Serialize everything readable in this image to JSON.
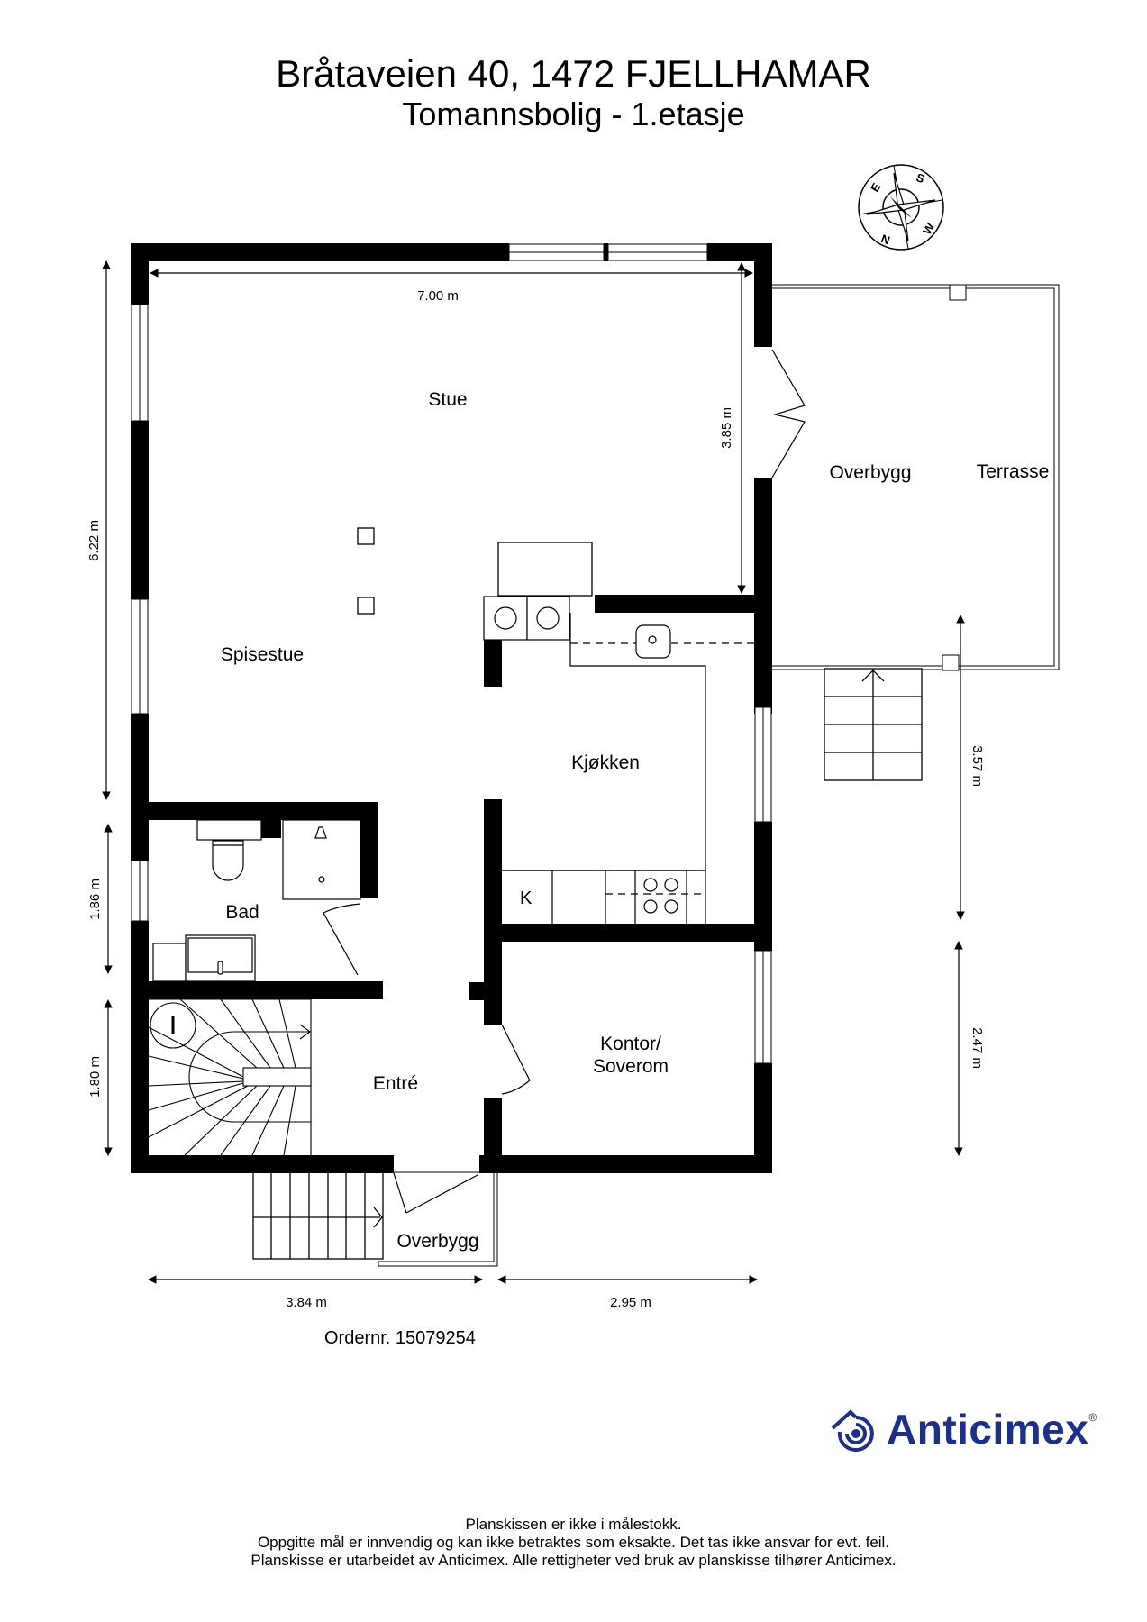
{
  "header": {
    "title": "Bråtaveien 40, 1472 FJELLHAMAR",
    "subtitle": "Tomannsbolig - 1.etasje"
  },
  "compass": {
    "icon": "compass-rose-icon",
    "labels": {
      "n": "N",
      "e": "E",
      "s": "S",
      "w": "W"
    }
  },
  "rooms": {
    "stue": "Stue",
    "spisestue": "Spisestue",
    "kjokken": "Kjøkken",
    "kjokken_marker": "K",
    "bad": "Bad",
    "entre": "Entré",
    "kontor_line1": "Kontor/",
    "kontor_line2": "Soverom",
    "overbygg_terrace": "Overbygg",
    "terrasse": "Terrasse",
    "overbygg_entry": "Overbygg"
  },
  "dimensions": {
    "stue_width": "7.00 m",
    "stue_depth": "3.85 m",
    "left_total": "6.22 m",
    "bad_height": "1.86 m",
    "stair_height": "1.80 m",
    "terrace_depth": "3.57 m",
    "kontor_height": "2.47 m",
    "bottom_left": "3.84 m",
    "bottom_right": "2.95 m"
  },
  "order": {
    "label": "Ordernr. 15079254"
  },
  "brand": {
    "name": "Anticimex",
    "registered": "®",
    "color": "#1b2f8c",
    "icon": "anticimex-house-spiral-icon"
  },
  "footer": {
    "line1": "Planskissen er ikke i målestokk.",
    "line2": "Oppgitte mål er innvendig og kan ikke betraktes som eksakte. Det tas ikke ansvar for evt. feil.",
    "line3": "Planskisse er utarbeidet av Anticimex. Alle rettigheter ved bruk av planskisse tilhører Anticimex."
  }
}
